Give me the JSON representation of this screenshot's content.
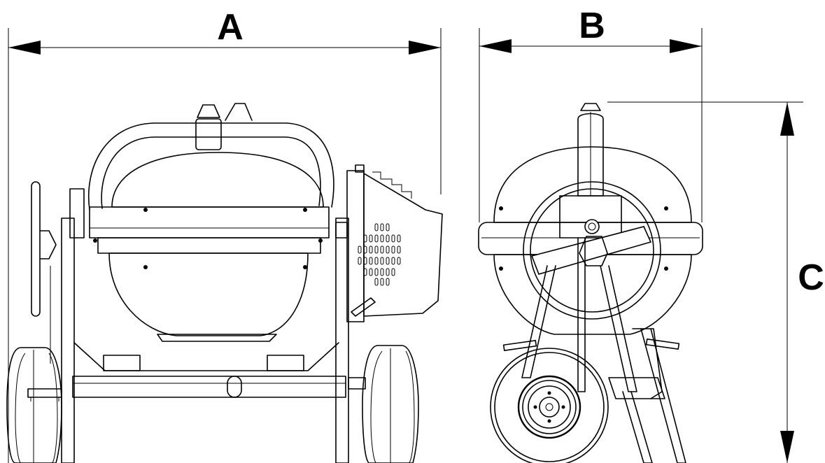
{
  "dimensions": {
    "width_front": "A",
    "width_side": "B",
    "height": "C"
  },
  "colors": {
    "line": "#000000",
    "background": "#ffffff"
  }
}
